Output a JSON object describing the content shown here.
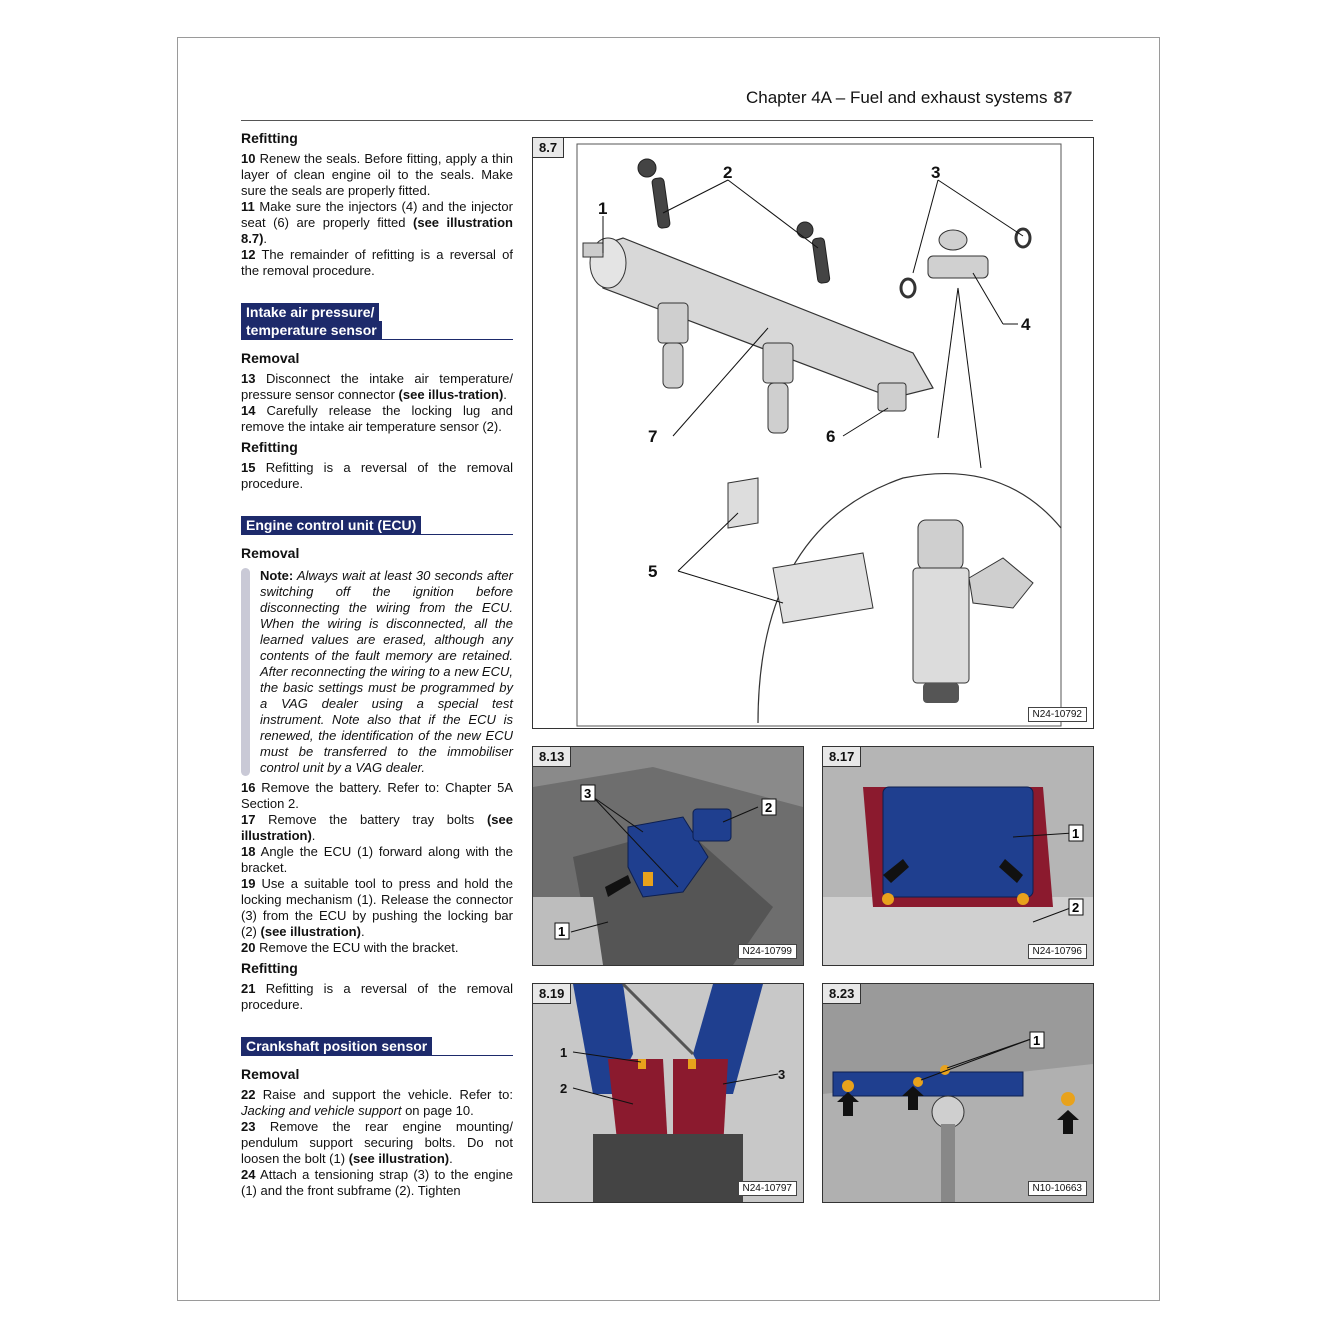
{
  "header": {
    "title": "Chapter 4A – Fuel and exhaust systems",
    "page_number": "87"
  },
  "text": {
    "refitting1": "Refitting",
    "p10_num": "10",
    "p10": "Renew the seals. Before fitting, apply a thin layer of clean engine oil to the seals. Make sure the seals are properly fitted.",
    "p11_num": "11",
    "p11": "Make sure the injectors (4) and the injector seat (6) are properly fitted",
    "p11_ref": "(see illustration 8.7)",
    "p11_end": ".",
    "p12_num": "12",
    "p12": "The remainder of refitting is a reversal of the removal procedure.",
    "sect_intake_1": "Intake air pressure/",
    "sect_intake_2": "temperature sensor",
    "removal1": "Removal",
    "p13_num": "13",
    "p13": "Disconnect the intake air temperature/ pressure sensor connector",
    "p13_ref": "(see illus-tration)",
    "p13_end": ".",
    "p14_num": "14",
    "p14": "Carefully release the locking lug and remove the intake air temperature sensor (2).",
    "refitting2": "Refitting",
    "p15_num": "15",
    "p15": "Refitting is a reversal of the removal procedure.",
    "sect_ecu": "Engine control unit (ECU)",
    "removal2": "Removal",
    "note_label": "Note:",
    "note_text": "Always wait at least 30 seconds after switching off the ignition before disconnecting the wiring from the ECU. When the wiring is disconnected, all the learned values are erased, although any contents of the fault memory are retained. After reconnecting the wiring to a new ECU, the basic settings must be programmed by a VAG dealer using a special test instrument. Note also that if the ECU is renewed, the identification of the new ECU must be transferred to the immobiliser control unit by a VAG dealer.",
    "p16_num": "16",
    "p16": "Remove the battery. Refer to: Chapter 5A Section 2.",
    "p17_num": "17",
    "p17": "Remove the battery tray bolts",
    "p17_ref": "(see illustration)",
    "p17_end": ".",
    "p18_num": "18",
    "p18": "Angle the ECU (1) forward along with the bracket.",
    "p19_num": "19",
    "p19": "Use a suitable tool to press and hold the locking mechanism (1). Release the connector (3) from the ECU by pushing the locking bar (2)",
    "p19_ref": "(see illustration)",
    "p19_end": ".",
    "p20_num": "20",
    "p20": "Remove the ECU with the bracket.",
    "refitting3": "Refitting",
    "p21_num": "21",
    "p21": "Refitting is a reversal of the removal procedure.",
    "sect_crank": "Crankshaft position sensor",
    "removal3": "Removal",
    "p22_num": "22",
    "p22": "Raise and support the vehicle. Refer to:",
    "p22_ital": "Jacking and vehicle support",
    "p22_end": "on page 10.",
    "p23_num": "23",
    "p23": "Remove the rear engine mounting/ pendulum support securing bolts. Do not loosen the bolt (1)",
    "p23_ref": "(see illustration)",
    "p23_end": ".",
    "p24_num": "24",
    "p24": "Attach a tensioning strap (3) to the engine (1) and the front subframe (2). Tighten"
  },
  "figures": {
    "f87": {
      "label": "8.7",
      "code": "N24-10792",
      "callouts": [
        "1",
        "2",
        "3",
        "4",
        "5",
        "6",
        "7"
      ]
    },
    "f813": {
      "label": "8.13",
      "code": "N24-10799",
      "callouts": [
        "3",
        "2",
        "1"
      ]
    },
    "f817": {
      "label": "8.17",
      "code": "N24-10796",
      "callouts": [
        "1",
        "2"
      ]
    },
    "f819": {
      "label": "8.19",
      "code": "N24-10797",
      "callouts": [
        "1",
        "2",
        "3"
      ]
    },
    "f823": {
      "label": "8.23",
      "code": "N10-10663",
      "callouts": [
        "1"
      ]
    }
  },
  "colors": {
    "section_bg": "#1d2a6b",
    "component_blue": "#1f3f8f",
    "bracket_red": "#8b1a2e",
    "bolt_yellow": "#e8a21c"
  }
}
